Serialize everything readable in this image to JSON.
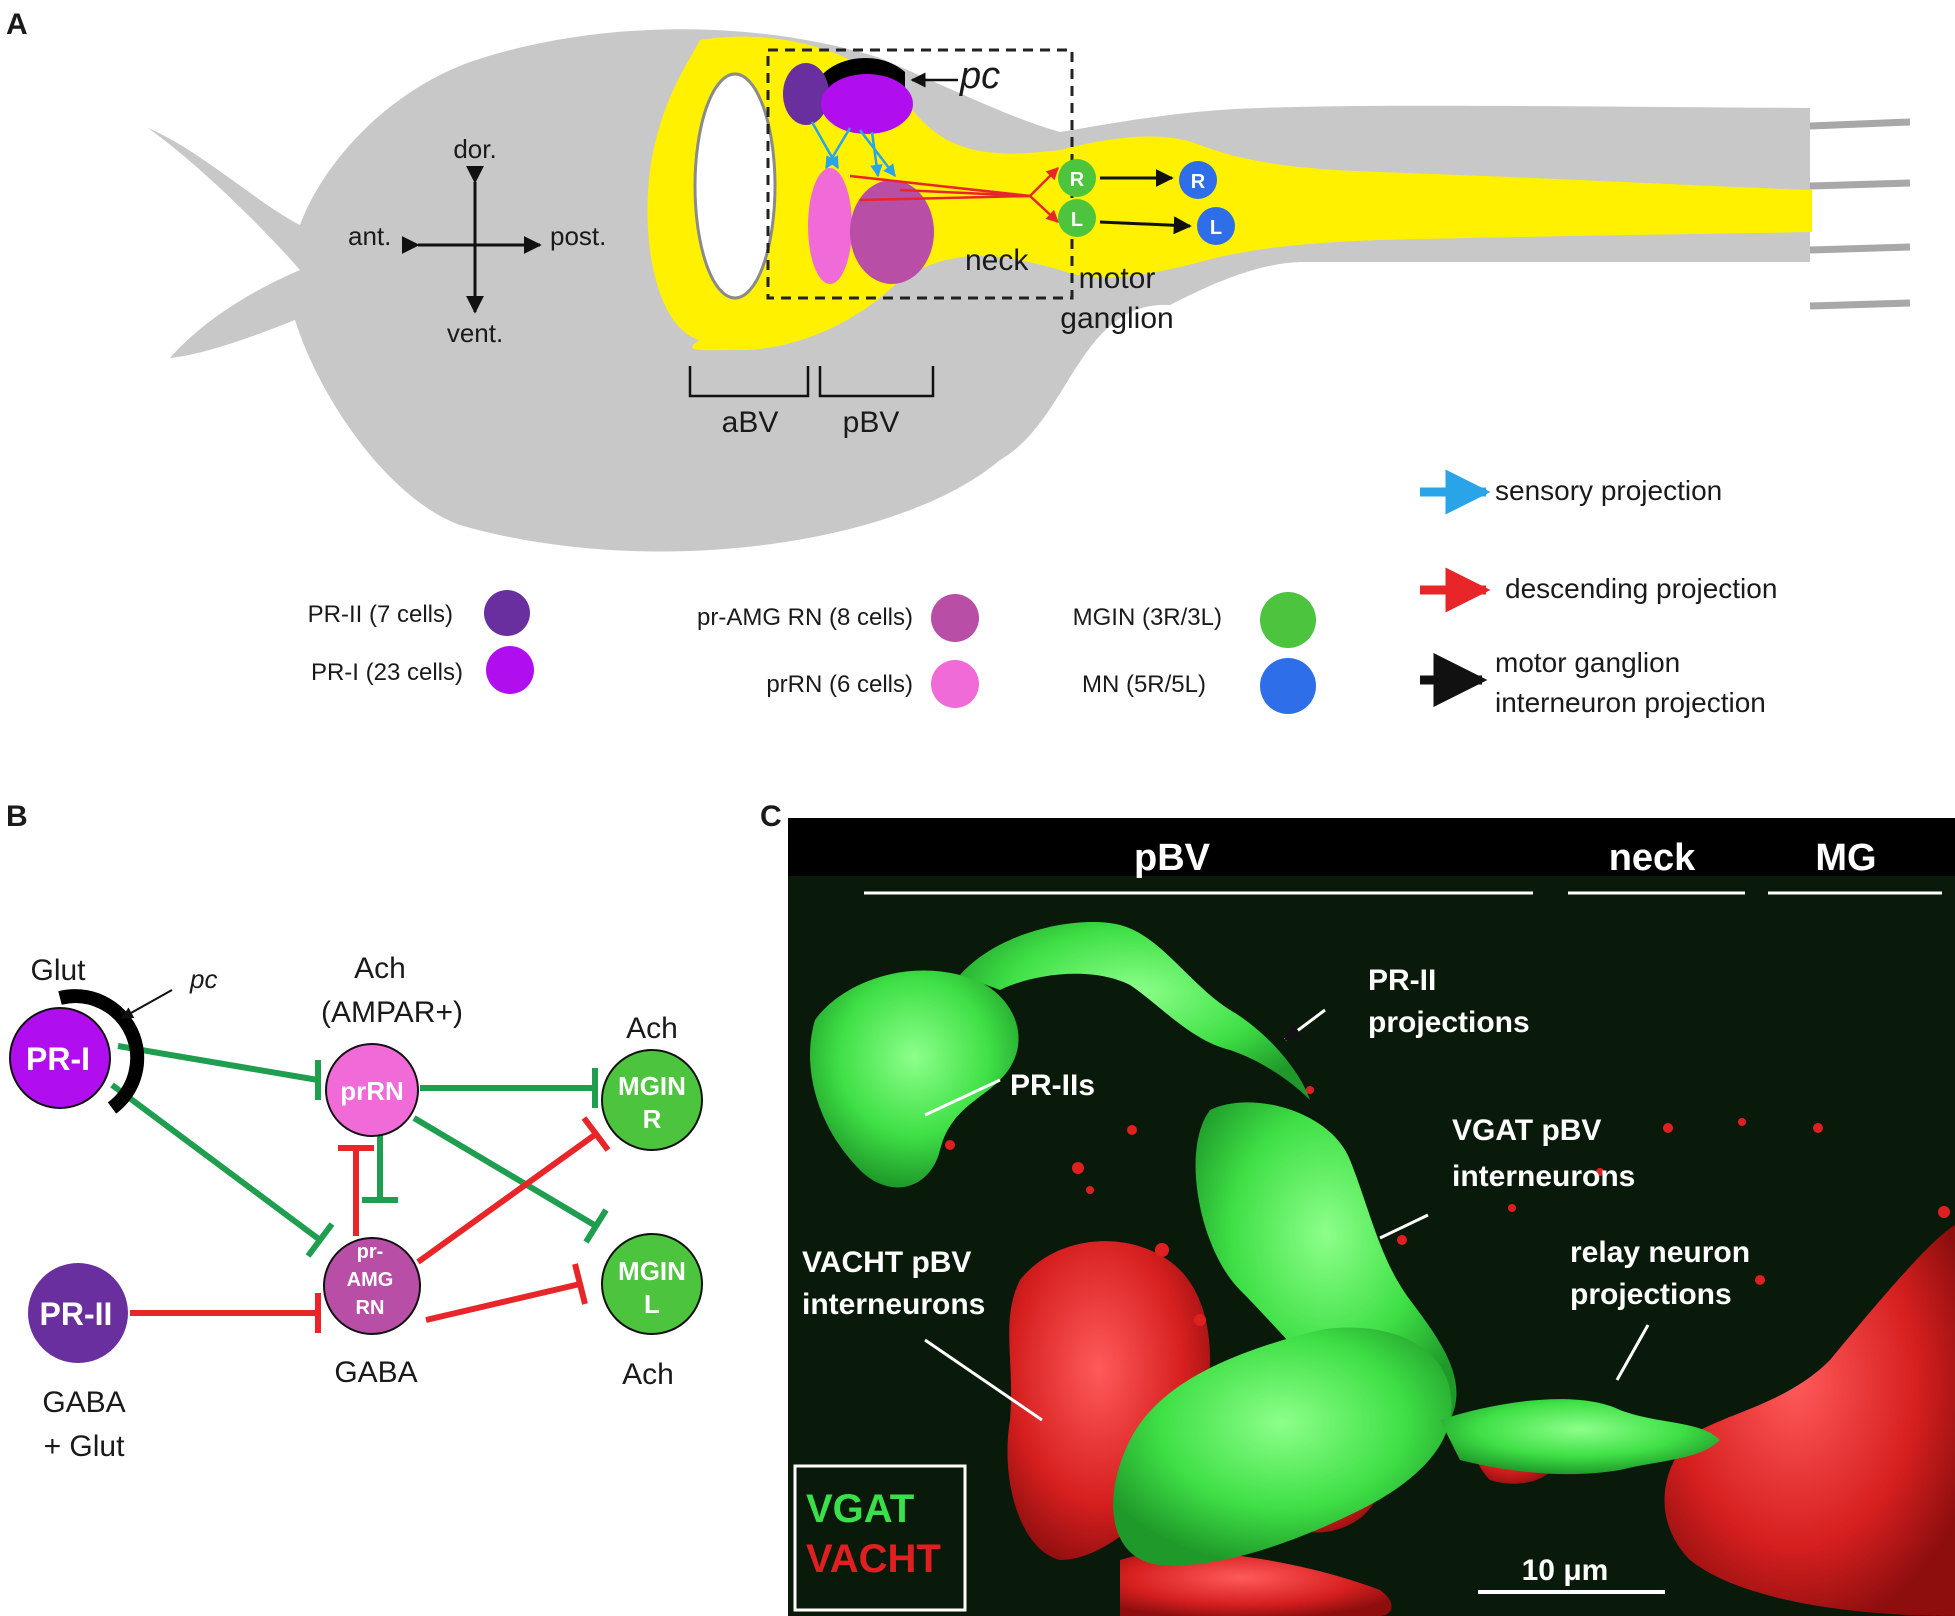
{
  "panel_a": {
    "panel_letter": "A",
    "pc_label": "pc",
    "axes": {
      "dorsal": "dor.",
      "ventral": "vent.",
      "anterior": "ant.",
      "posterior": "post."
    },
    "neck_label": "neck",
    "motor_ganglion_label_1": "motor",
    "motor_ganglion_label_2": "ganglion",
    "abv_label": "aBV",
    "pbv_label": "pBV",
    "mgin_r": "R",
    "mgin_l": "L",
    "mn_r": "R",
    "mn_l": "L",
    "cell_legend": [
      {
        "label": "PR-II (7 cells)",
        "color": "#6a2f9e"
      },
      {
        "label": "PR-I (23 cells)",
        "color": "#b10ef0"
      },
      {
        "label": "pr-AMG RN (8 cells)",
        "color": "#b84ea6"
      },
      {
        "label": "prRN (6 cells)",
        "color": "#f06ad8"
      },
      {
        "label": "MGIN (3R/3L)",
        "color": "#4cc43e"
      },
      {
        "label": "MN (5R/5L)",
        "color": "#2e6ee8"
      }
    ],
    "projection_legend": [
      {
        "label": "sensory projection",
        "color": "#2aa4e8"
      },
      {
        "label": "descending projection",
        "color": "#e8262a"
      },
      {
        "label_line1": "motor ganglion",
        "label_line2": "interneuron projection",
        "color": "#000000"
      }
    ]
  },
  "panel_b": {
    "panel_letter": "B",
    "nodes": {
      "pr1": "PR-I",
      "pr2": "PR-II",
      "prrn": "prRN",
      "pramg_1": "pr-",
      "pramg_2": "AMG",
      "pramg_3": "RN",
      "mgin_r_1": "MGIN",
      "mgin_r_2": "R",
      "mgin_l_1": "MGIN",
      "mgin_l_2": "L"
    },
    "labels": {
      "glut": "Glut",
      "pc": "pc",
      "ach_prrn_1": "Ach",
      "ach_prrn_2": "(AMPAR+)",
      "ach_mgin_r": "Ach",
      "gaba_pramg": "GABA",
      "gaba_glut_1": "GABA",
      "gaba_glut_2": "+ Glut",
      "ach_mgin_l": "Ach"
    },
    "colors": {
      "excitatory": "#1e9e4e",
      "inhibitory": "#e8262a"
    }
  },
  "panel_c": {
    "panel_letter": "C",
    "regions": [
      "pBV",
      "neck",
      "MG"
    ],
    "annotations": {
      "pr2_proj_1": "PR-II",
      "pr2_proj_2": "projections",
      "pr2s": "PR-IIs",
      "vgat_1": "VGAT pBV",
      "vgat_2": "interneurons",
      "vacht_1": "VACHT pBV",
      "vacht_2": "interneurons",
      "relay_1": "relay neuron",
      "relay_2": "projections"
    },
    "legend": {
      "vgat": "VGAT",
      "vacht": "VACHT"
    },
    "scale_bar": "10 μm",
    "colors": {
      "vgat": "#39e04a",
      "vacht": "#e02020"
    }
  }
}
